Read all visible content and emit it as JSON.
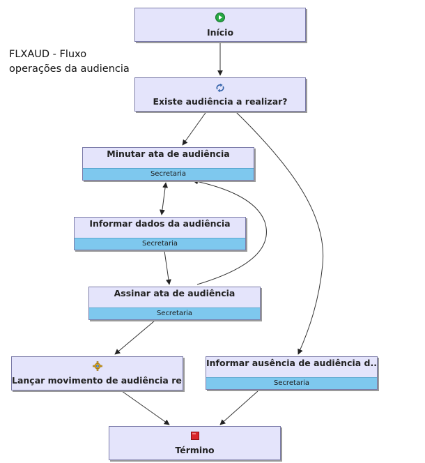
{
  "diagram": {
    "title": "FLXAUD - Fluxo\noperações da audiencia",
    "nodes": {
      "start": {
        "label": "Início",
        "icon": "start-icon"
      },
      "decision": {
        "label": "Existe audiência a realizar?",
        "icon": "decision-icon"
      },
      "minutar": {
        "label": "Minutar ata de audiência",
        "lane": "Secretaria"
      },
      "informar_dados": {
        "label": "Informar dados da audiência",
        "lane": "Secretaria"
      },
      "assinar": {
        "label": "Assinar ata de audiência",
        "lane": "Secretaria"
      },
      "lancar": {
        "label": "Lançar movimento de audiência re...",
        "icon": "gear-icon"
      },
      "informar_ausencia": {
        "label": "Informar ausência de audiência d...",
        "lane": "Secretaria"
      },
      "end": {
        "label": "Término",
        "icon": "end-icon"
      }
    },
    "colors": {
      "node_fill": "#e4e4fb",
      "lane_fill": "#7ec8ee",
      "start_green": "#27a844",
      "end_red": "#d9262b"
    }
  }
}
